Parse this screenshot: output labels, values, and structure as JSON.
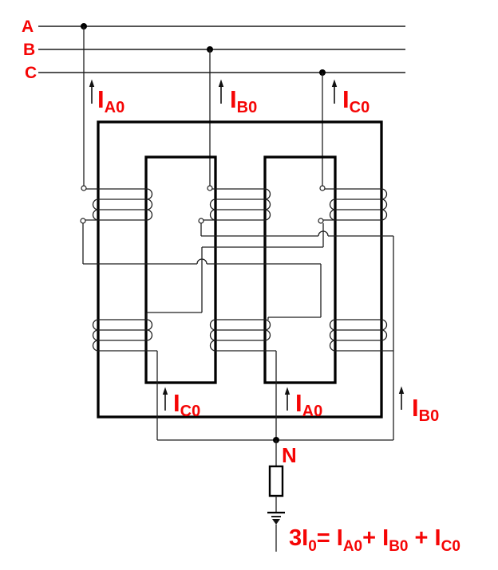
{
  "colors": {
    "label_red": "#f50505",
    "wire": "#1f1f1f",
    "core": "#000000",
    "background": "#ffffff"
  },
  "phases": {
    "a": "A",
    "b": "B",
    "c": "C"
  },
  "currents": {
    "top_a": {
      "base": "I",
      "sub": "A0"
    },
    "top_b": {
      "base": "I",
      "sub": "B0"
    },
    "top_c": {
      "base": "I",
      "sub": "C0"
    },
    "bot_left": {
      "base": "I",
      "sub": "C0"
    },
    "bot_center": {
      "base": "I",
      "sub": "A0"
    },
    "bot_right": {
      "base": "I",
      "sub": "B0"
    }
  },
  "neutral_label": "N",
  "equation": {
    "t1": "3I",
    "s1": "0",
    "t2": "= I",
    "s2": "A0",
    "t3": "+ I",
    "s3": "B0",
    "t4": " + I",
    "s4": "C0"
  }
}
